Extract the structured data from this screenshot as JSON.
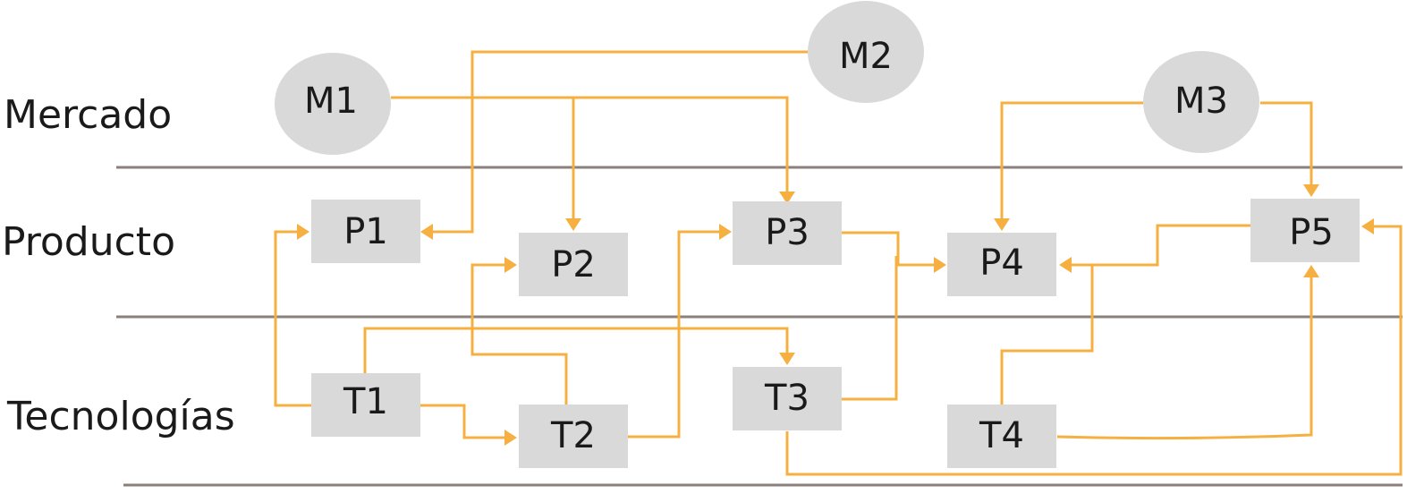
{
  "rows": {
    "mercado": "Mercado",
    "producto": "Producto",
    "tecnologias": "Tecnologías"
  },
  "markets": [
    {
      "id": "m1",
      "label": "M1"
    },
    {
      "id": "m2",
      "label": "M2"
    },
    {
      "id": "m3",
      "label": "M3"
    }
  ],
  "products": [
    {
      "id": "p1",
      "label": "P1"
    },
    {
      "id": "p2",
      "label": "P2"
    },
    {
      "id": "p3",
      "label": "P3"
    },
    {
      "id": "p4",
      "label": "P4"
    },
    {
      "id": "p5",
      "label": "P5"
    }
  ],
  "technologies": [
    {
      "id": "t1",
      "label": "T1"
    },
    {
      "id": "t2",
      "label": "T2"
    },
    {
      "id": "t3",
      "label": "T3"
    },
    {
      "id": "t4",
      "label": "T4"
    }
  ],
  "connections": [
    {
      "from": "M1",
      "to": "P2"
    },
    {
      "from": "M1",
      "to": "P3"
    },
    {
      "from": "M2",
      "to": "P1"
    },
    {
      "from": "M3",
      "to": "P4"
    },
    {
      "from": "M3",
      "to": "P5"
    },
    {
      "from": "T1",
      "to": "P1"
    },
    {
      "from": "T1",
      "to": "T2"
    },
    {
      "from": "T1",
      "to": "T3"
    },
    {
      "from": "T2",
      "to": "P2"
    },
    {
      "from": "T2",
      "to": "P3"
    },
    {
      "from": "P3",
      "to": "P4"
    },
    {
      "from": "T3",
      "to": "P4"
    },
    {
      "from": "P5",
      "to": "P4"
    },
    {
      "from": "T4",
      "to": "P4"
    },
    {
      "from": "T4",
      "to": "P5"
    },
    {
      "from": "T3",
      "to": "P5"
    }
  ],
  "colors": {
    "connector": "#f5b041",
    "node_fill": "#d9d9d9",
    "divider": "#8a817c"
  }
}
